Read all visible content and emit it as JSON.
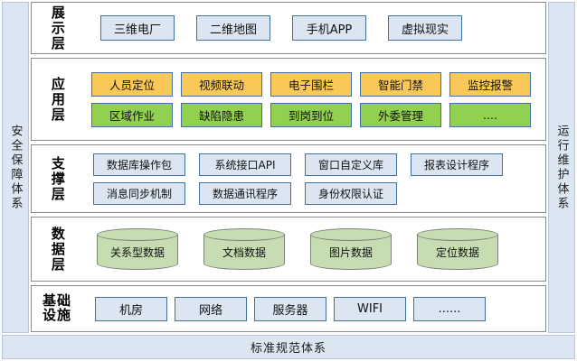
{
  "diagram": {
    "title_bottom": "标准规范体系",
    "left_rail": "安全保障体系",
    "right_rail": "运行维护体系",
    "colors": {
      "rail_fill": "#dce6f2",
      "rail_border": "#b8c7dd",
      "node_blue_fill": "#dce6f2",
      "node_border": "#41719c",
      "node_amber_fill": "#fac858",
      "node_green_fill": "#92d050",
      "cylinder_fill": "#c5ddb0",
      "cylinder_border": "#7f7f7f",
      "layer_border": "#8b8b8b"
    }
  },
  "layers": [
    {
      "id": "display",
      "label": "展示层",
      "label_style": "vertical",
      "rows": [
        {
          "style": "blue",
          "items": [
            "三维电厂",
            "二维地图",
            "手机APP",
            "虚拟现实"
          ]
        }
      ]
    },
    {
      "id": "app",
      "label": "应用层",
      "label_style": "vertical",
      "rows": [
        {
          "style": "amber",
          "items": [
            "人员定位",
            "视频联动",
            "电子围栏",
            "智能门禁",
            "监控报警"
          ]
        },
        {
          "style": "green",
          "items": [
            "区域作业",
            "缺陷隐患",
            "到岗到位",
            "外委管理",
            "...."
          ]
        }
      ]
    },
    {
      "id": "support",
      "label": "支撑层",
      "label_style": "vertical",
      "rows": [
        {
          "style": "blue",
          "items": [
            "数据库操作包",
            "系统接口API",
            "窗口自定义库",
            "报表设计程序"
          ]
        },
        {
          "style": "blue",
          "items": [
            "消息同步机制",
            "数据通讯程序",
            "身份权限认证"
          ]
        }
      ]
    },
    {
      "id": "data",
      "label": "数据层",
      "label_style": "vertical",
      "rows": [
        {
          "style": "cylinder",
          "items": [
            "关系型数据",
            "文档数据",
            "图片数据",
            "定位数据"
          ]
        }
      ]
    },
    {
      "id": "infra",
      "label": "基础\n设施",
      "label_style": "twoline",
      "rows": [
        {
          "style": "blue",
          "items": [
            "机房",
            "网络",
            "服务器",
            "WIFI",
            "......"
          ]
        }
      ]
    }
  ]
}
